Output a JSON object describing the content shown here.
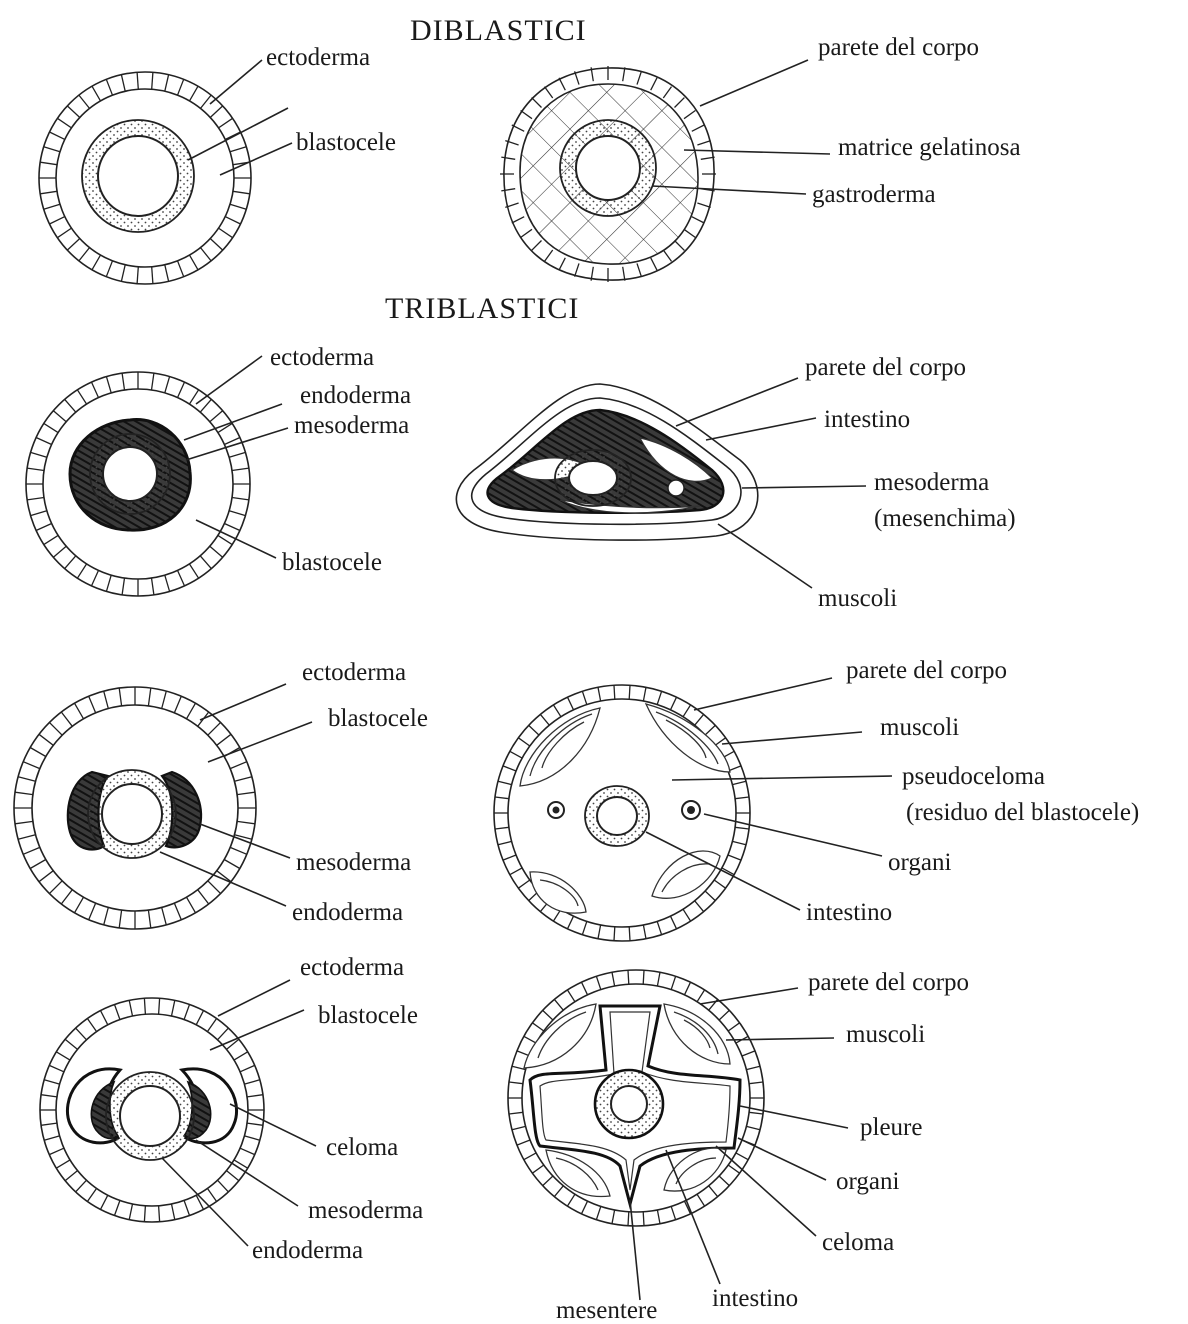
{
  "headings": {
    "diblastic": "DIBLASTICI",
    "triblastic": "TRIBLASTICI"
  },
  "d1": {
    "ectoderma": "ectoderma",
    "blastocele": "blastocele"
  },
  "d2": {
    "parete": "parete del corpo",
    "matrice": "matrice gelatinosa",
    "gastroderma": "gastroderma"
  },
  "t1": {
    "ectoderma": "ectoderma",
    "endoderma": "endoderma",
    "mesoderma": "mesoderma",
    "blastocele": "blastocele"
  },
  "t2": {
    "parete": "parete del corpo",
    "intestino": "intestino",
    "mesoderma": "mesoderma",
    "mesenchima": "(mesenchima)",
    "muscoli": "muscoli"
  },
  "t3": {
    "ectoderma": "ectoderma",
    "blastocele": "blastocele",
    "mesoderma": "mesoderma",
    "endoderma": "endoderma"
  },
  "t4": {
    "parete": "parete del corpo",
    "muscoli": "muscoli",
    "pseudoceloma": "pseudoceloma",
    "residuo": "(residuo del blastocele)",
    "organi": "organi",
    "intestino": "intestino"
  },
  "t5": {
    "ectoderma": "ectoderma",
    "blastocele": "blastocele",
    "celoma": "celoma",
    "mesoderma": "mesoderma",
    "endoderma": "endoderma"
  },
  "t6": {
    "parete": "parete del corpo",
    "muscoli": "muscoli",
    "pleure": "pleure",
    "organi": "organi",
    "celoma": "celoma",
    "intestino": "intestino",
    "mesentere": "mesentere"
  }
}
